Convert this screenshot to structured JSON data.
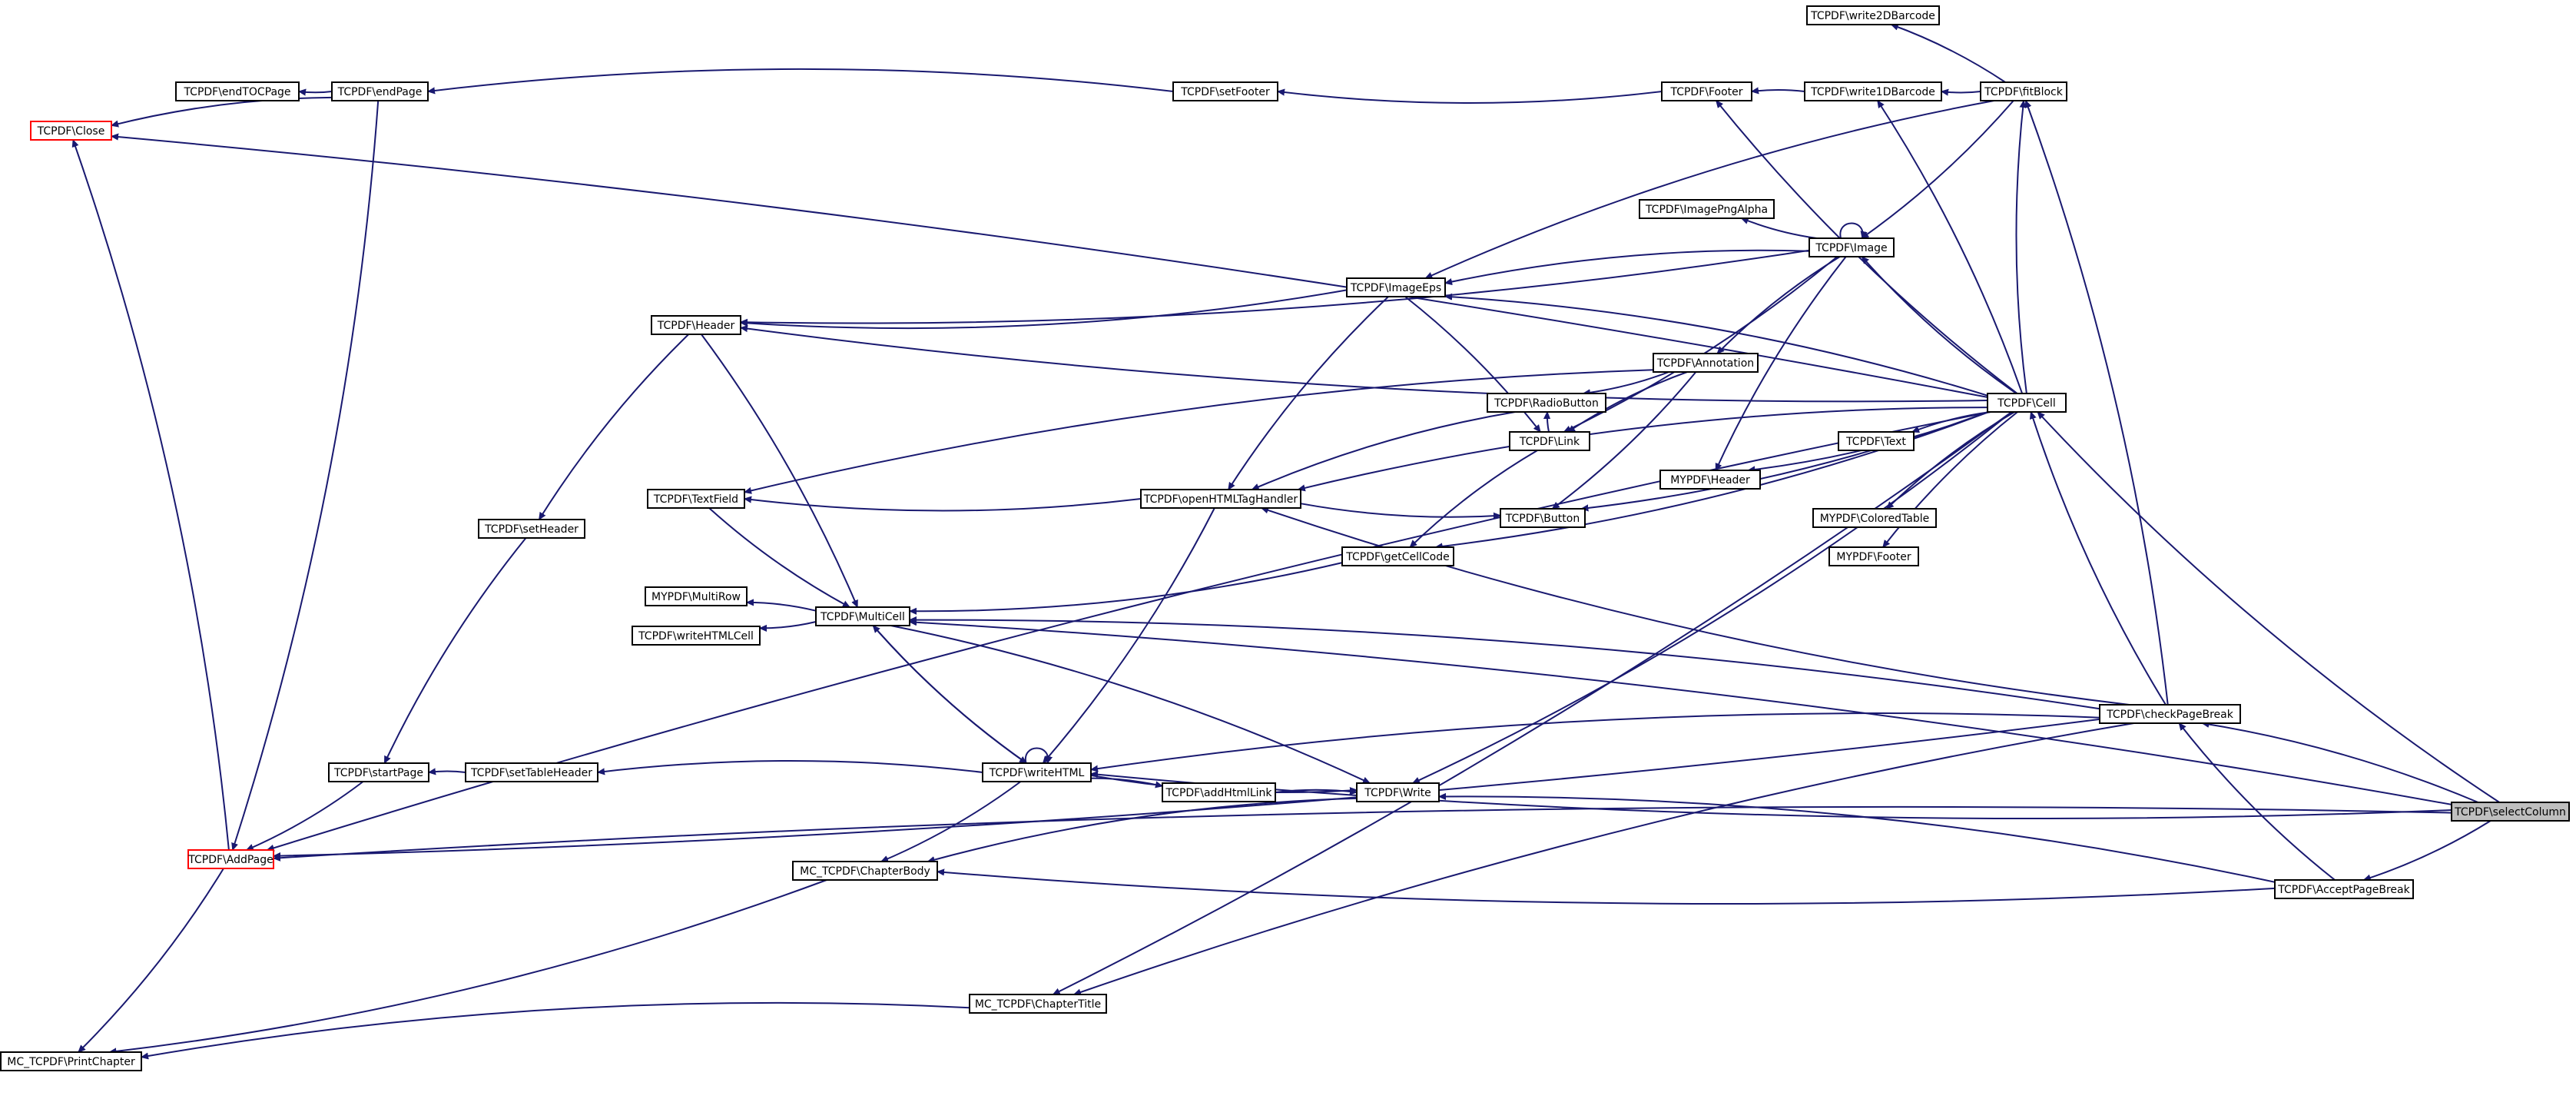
{
  "nodes": [
    {
      "id": "write2D",
      "label": "TCPDF\\write2DBarcode"
    },
    {
      "id": "endTOC",
      "label": "TCPDF\\endTOCPage"
    },
    {
      "id": "endPage",
      "label": "TCPDF\\endPage"
    },
    {
      "id": "setFooter",
      "label": "TCPDF\\setFooter"
    },
    {
      "id": "Footer",
      "label": "TCPDF\\Footer"
    },
    {
      "id": "write1D",
      "label": "TCPDF\\write1DBarcode"
    },
    {
      "id": "fitBlock",
      "label": "TCPDF\\fitBlock"
    },
    {
      "id": "Close",
      "label": "TCPDF\\Close",
      "truncated": true
    },
    {
      "id": "ImagePngAlpha",
      "label": "TCPDF\\ImagePngAlpha"
    },
    {
      "id": "Image",
      "label": "TCPDF\\Image"
    },
    {
      "id": "ImageEps",
      "label": "TCPDF\\ImageEps"
    },
    {
      "id": "Header",
      "label": "TCPDF\\Header"
    },
    {
      "id": "Annotation",
      "label": "TCPDF\\Annotation"
    },
    {
      "id": "RadioButton",
      "label": "TCPDF\\RadioButton"
    },
    {
      "id": "Cell",
      "label": "TCPDF\\Cell"
    },
    {
      "id": "Text",
      "label": "TCPDF\\Text"
    },
    {
      "id": "Link",
      "label": "TCPDF\\Link"
    },
    {
      "id": "MYHeader",
      "label": "MYPDF\\Header"
    },
    {
      "id": "TextField",
      "label": "TCPDF\\TextField"
    },
    {
      "id": "openHTML",
      "label": "TCPDF\\openHTMLTagHandler"
    },
    {
      "id": "Button",
      "label": "TCPDF\\Button"
    },
    {
      "id": "ColoredTable",
      "label": "MYPDF\\ColoredTable"
    },
    {
      "id": "setHeader",
      "label": "TCPDF\\setHeader"
    },
    {
      "id": "getCellCode",
      "label": "TCPDF\\getCellCode"
    },
    {
      "id": "MYFooter",
      "label": "MYPDF\\Footer"
    },
    {
      "id": "MultiRow",
      "label": "MYPDF\\MultiRow"
    },
    {
      "id": "MultiCell",
      "label": "TCPDF\\MultiCell"
    },
    {
      "id": "writeHTMLCell",
      "label": "TCPDF\\writeHTMLCell"
    },
    {
      "id": "checkPageBreak",
      "label": "TCPDF\\checkPageBreak"
    },
    {
      "id": "startPage",
      "label": "TCPDF\\startPage"
    },
    {
      "id": "setTableHeader",
      "label": "TCPDF\\setTableHeader"
    },
    {
      "id": "writeHTML",
      "label": "TCPDF\\writeHTML"
    },
    {
      "id": "addHtmlLink",
      "label": "TCPDF\\addHtmlLink"
    },
    {
      "id": "Write",
      "label": "TCPDF\\Write"
    },
    {
      "id": "selectColumn",
      "label": "TCPDF\\selectColumn",
      "focus": true
    },
    {
      "id": "AddPage",
      "label": "TCPDF\\AddPage",
      "truncated": true
    },
    {
      "id": "ChapterBody",
      "label": "MC_TCPDF\\ChapterBody"
    },
    {
      "id": "AcceptPageBreak",
      "label": "TCPDF\\AcceptPageBreak"
    },
    {
      "id": "ChapterTitle",
      "label": "MC_TCPDF\\ChapterTitle"
    },
    {
      "id": "PrintChapter",
      "label": "MC_TCPDF\\PrintChapter"
    }
  ],
  "edges": [
    {
      "from": "selectColumn",
      "to": "Cell"
    },
    {
      "from": "selectColumn",
      "to": "MultiCell"
    },
    {
      "from": "selectColumn",
      "to": "writeHTML"
    },
    {
      "from": "selectColumn",
      "to": "checkPageBreak"
    },
    {
      "from": "selectColumn",
      "to": "AcceptPageBreak"
    },
    {
      "from": "selectColumn",
      "to": "AddPage"
    },
    {
      "from": "AcceptPageBreak",
      "to": "checkPageBreak"
    },
    {
      "from": "AcceptPageBreak",
      "to": "Write"
    },
    {
      "from": "AcceptPageBreak",
      "to": "ChapterBody"
    },
    {
      "from": "checkPageBreak",
      "to": "fitBlock"
    },
    {
      "from": "checkPageBreak",
      "to": "Cell"
    },
    {
      "from": "checkPageBreak",
      "to": "MultiCell"
    },
    {
      "from": "checkPageBreak",
      "to": "openHTML"
    },
    {
      "from": "checkPageBreak",
      "to": "writeHTML"
    },
    {
      "from": "checkPageBreak",
      "to": "AddPage"
    },
    {
      "from": "checkPageBreak",
      "to": "ChapterTitle"
    },
    {
      "from": "Cell",
      "to": "fitBlock"
    },
    {
      "from": "Cell",
      "to": "write1D"
    },
    {
      "from": "Cell",
      "to": "Footer"
    },
    {
      "from": "Cell",
      "to": "Close"
    },
    {
      "from": "Cell",
      "to": "Image"
    },
    {
      "from": "Cell",
      "to": "ImageEps"
    },
    {
      "from": "Cell",
      "to": "Header"
    },
    {
      "from": "Cell",
      "to": "Text"
    },
    {
      "from": "Cell",
      "to": "MYHeader"
    },
    {
      "from": "Cell",
      "to": "openHTML"
    },
    {
      "from": "Cell",
      "to": "Button"
    },
    {
      "from": "Cell",
      "to": "ColoredTable"
    },
    {
      "from": "Cell",
      "to": "getCellCode"
    },
    {
      "from": "Cell",
      "to": "MYFooter"
    },
    {
      "from": "Cell",
      "to": "Write"
    },
    {
      "from": "Cell",
      "to": "AddPage"
    },
    {
      "from": "Cell",
      "to": "ChapterTitle"
    },
    {
      "from": "fitBlock",
      "to": "write2D"
    },
    {
      "from": "fitBlock",
      "to": "write1D"
    },
    {
      "from": "fitBlock",
      "to": "ImageEps"
    },
    {
      "from": "fitBlock",
      "to": "Image"
    },
    {
      "from": "write1D",
      "to": "Footer"
    },
    {
      "from": "Footer",
      "to": "setFooter"
    },
    {
      "from": "setFooter",
      "to": "endPage"
    },
    {
      "from": "endPage",
      "to": "endTOC"
    },
    {
      "from": "endPage",
      "to": "Close"
    },
    {
      "from": "endPage",
      "to": "AddPage"
    },
    {
      "from": "Image",
      "to": "Image"
    },
    {
      "from": "Image",
      "to": "ImagePngAlpha"
    },
    {
      "from": "Image",
      "to": "ImageEps"
    },
    {
      "from": "Image",
      "to": "Header"
    },
    {
      "from": "Image",
      "to": "Annotation"
    },
    {
      "from": "Image",
      "to": "Link"
    },
    {
      "from": "Image",
      "to": "MYHeader"
    },
    {
      "from": "ImageEps",
      "to": "Header"
    },
    {
      "from": "ImageEps",
      "to": "openHTML"
    },
    {
      "from": "ImageEps",
      "to": "Link"
    },
    {
      "from": "Header",
      "to": "setHeader"
    },
    {
      "from": "Header",
      "to": "MultiCell"
    },
    {
      "from": "setHeader",
      "to": "startPage"
    },
    {
      "from": "startPage",
      "to": "AddPage"
    },
    {
      "from": "AddPage",
      "to": "Close"
    },
    {
      "from": "AddPage",
      "to": "PrintChapter"
    },
    {
      "from": "Annotation",
      "to": "TextField"
    },
    {
      "from": "Annotation",
      "to": "RadioButton"
    },
    {
      "from": "Annotation",
      "to": "Link"
    },
    {
      "from": "Annotation",
      "to": "Button"
    },
    {
      "from": "RadioButton",
      "to": "openHTML"
    },
    {
      "from": "Link",
      "to": "RadioButton"
    },
    {
      "from": "Link",
      "to": "getCellCode"
    },
    {
      "from": "openHTML",
      "to": "TextField"
    },
    {
      "from": "openHTML",
      "to": "Button"
    },
    {
      "from": "openHTML",
      "to": "writeHTML"
    },
    {
      "from": "TextField",
      "to": "MultiCell"
    },
    {
      "from": "getCellCode",
      "to": "MultiCell"
    },
    {
      "from": "MultiCell",
      "to": "MultiRow"
    },
    {
      "from": "MultiCell",
      "to": "writeHTMLCell"
    },
    {
      "from": "MultiCell",
      "to": "writeHTML"
    },
    {
      "from": "MultiCell",
      "to": "Write"
    },
    {
      "from": "writeHTML",
      "to": "writeHTML"
    },
    {
      "from": "writeHTML",
      "to": "MultiCell"
    },
    {
      "from": "writeHTML",
      "to": "setTableHeader"
    },
    {
      "from": "writeHTML",
      "to": "addHtmlLink"
    },
    {
      "from": "writeHTML",
      "to": "Write"
    },
    {
      "from": "writeHTML",
      "to": "ChapterBody"
    },
    {
      "from": "setTableHeader",
      "to": "startPage"
    },
    {
      "from": "addHtmlLink",
      "to": "Write"
    },
    {
      "from": "Write",
      "to": "ChapterBody"
    },
    {
      "from": "ChapterBody",
      "to": "PrintChapter"
    },
    {
      "from": "ChapterTitle",
      "to": "PrintChapter"
    }
  ]
}
